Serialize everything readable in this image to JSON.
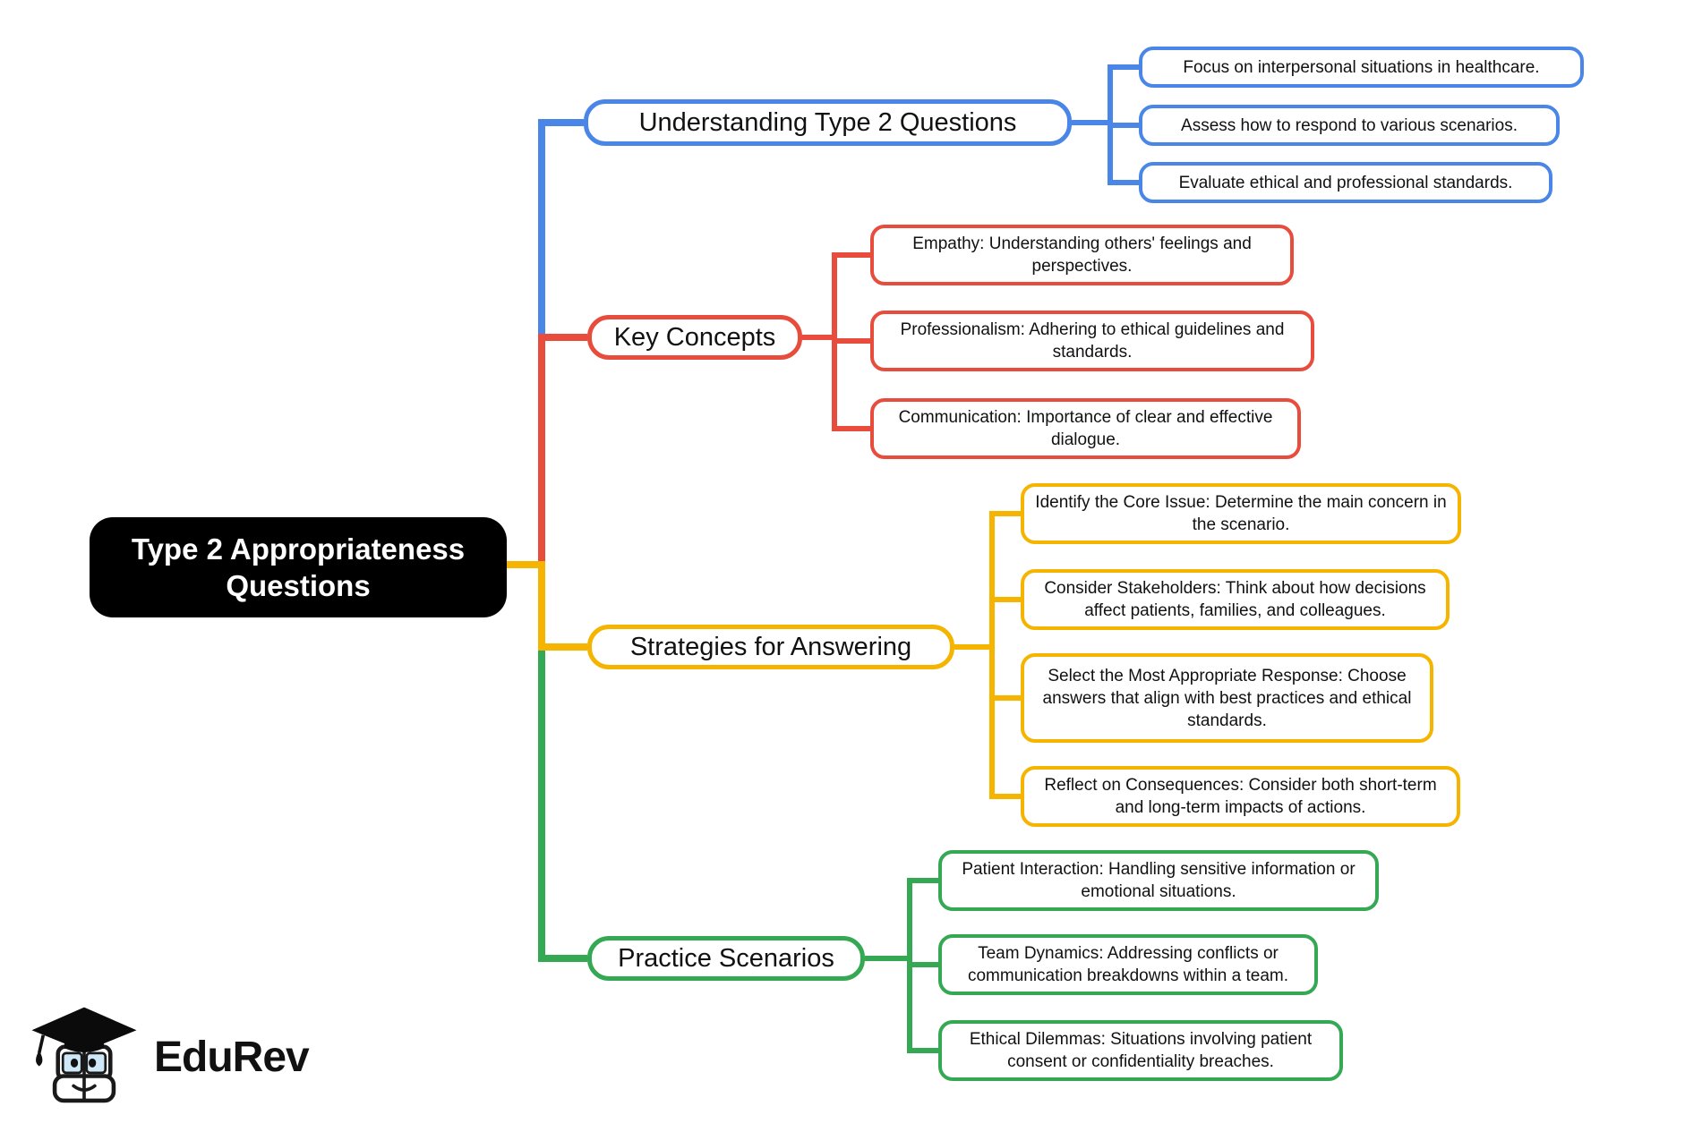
{
  "colors": {
    "blue": "#4a86e8",
    "red": "#e74c3c",
    "yellow": "#f4b400",
    "green": "#34a853",
    "center-bg": "#000000",
    "center-text": "#ffffff"
  },
  "center": {
    "label": "Type 2 Appropriateness Questions"
  },
  "branches": [
    {
      "label": "Understanding Type 2 Questions",
      "color": "blue",
      "children": [
        "Focus on interpersonal situations in healthcare.",
        "Assess how to respond to various scenarios.",
        "Evaluate ethical and professional standards."
      ]
    },
    {
      "label": "Key Concepts",
      "color": "red",
      "children": [
        "Empathy: Understanding others' feelings and perspectives.",
        "Professionalism: Adhering to ethical guidelines and standards.",
        "Communication: Importance of clear and effective dialogue."
      ]
    },
    {
      "label": "Strategies for Answering",
      "color": "yellow",
      "children": [
        "Identify the Core Issue: Determine the main concern in the scenario.",
        "Consider Stakeholders: Think about how decisions affect patients, families, and colleagues.",
        "Select the Most Appropriate Response: Choose answers that align with best practices and ethical standards.",
        "Reflect on Consequences: Consider both short-term and long-term impacts of actions."
      ]
    },
    {
      "label": "Practice Scenarios",
      "color": "green",
      "children": [
        "Patient Interaction: Handling sensitive information or emotional situations.",
        "Team Dynamics: Addressing conflicts or communication breakdowns within a team.",
        "Ethical Dilemmas: Situations involving patient consent or confidentiality breaches."
      ]
    }
  ],
  "logo": {
    "brand": "EduRev"
  }
}
